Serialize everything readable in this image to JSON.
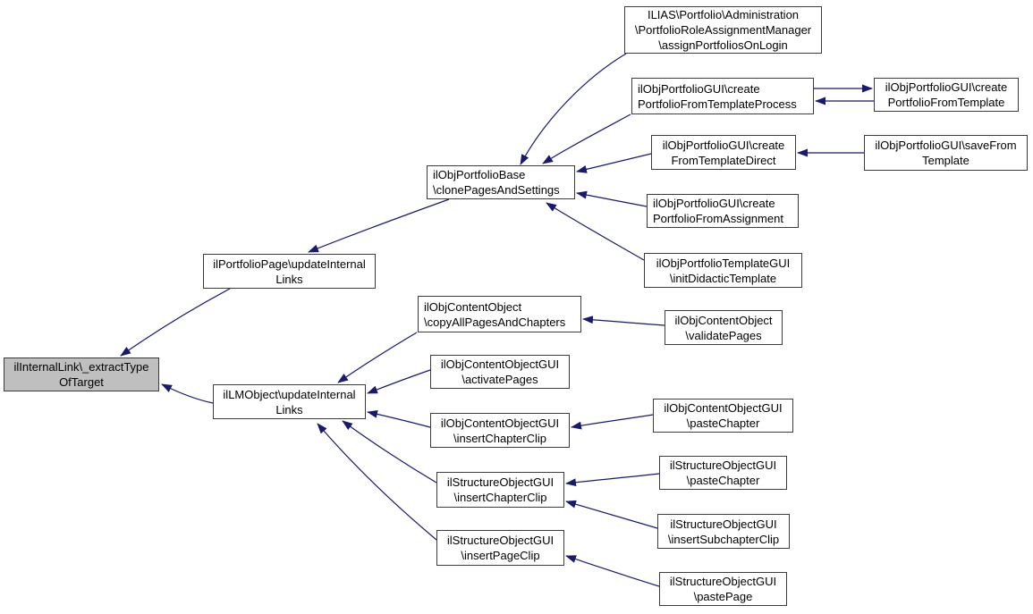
{
  "diagram": {
    "type": "caller-graph",
    "colors": {
      "edge": "#191970",
      "node_fill": "#ffffff",
      "node_border": "#3c3c3c",
      "highlight_fill": "#bfbfbf",
      "text": "#000000"
    },
    "nodes": [
      {
        "id": "extract-type-of-target",
        "label": "ilInternalLink\\_extractType\nOfTarget",
        "highlighted": true
      },
      {
        "id": "portfolio-page-update-internal-links",
        "label": "ilPortfolioPage\\updateInternal\nLinks",
        "highlighted": false
      },
      {
        "id": "clone-pages-and-settings",
        "label": "ilObjPortfolioBase\n\\clonePagesAndSettings",
        "highlighted": false
      },
      {
        "id": "assign-portfolios-on-login",
        "label": "ILIAS\\Portfolio\\Administration\n\\PortfolioRoleAssignmentManager\n\\assignPortfoliosOnLogin",
        "highlighted": false
      },
      {
        "id": "create-portfolio-from-template-process",
        "label": "ilObjPortfolioGUI\\create\nPortfolioFromTemplateProcess",
        "highlighted": false
      },
      {
        "id": "create-portfolio-from-template",
        "label": "ilObjPortfolioGUI\\create\nPortfolioFromTemplate",
        "highlighted": false
      },
      {
        "id": "create-from-template-direct",
        "label": "ilObjPortfolioGUI\\create\nFromTemplateDirect",
        "highlighted": false
      },
      {
        "id": "save-from-template",
        "label": "ilObjPortfolioGUI\\saveFrom\nTemplate",
        "highlighted": false
      },
      {
        "id": "create-portfolio-from-assignment",
        "label": "ilObjPortfolioGUI\\create\nPortfolioFromAssignment",
        "highlighted": false
      },
      {
        "id": "init-didactic-template",
        "label": "ilObjPortfolioTemplateGUI\n\\initDidacticTemplate",
        "highlighted": false
      },
      {
        "id": "lm-object-update-internal-links",
        "label": "ilLMObject\\updateInternal\nLinks",
        "highlighted": false
      },
      {
        "id": "copy-all-pages-and-chapters",
        "label": "ilObjContentObject\n\\copyAllPagesAndChapters",
        "highlighted": false
      },
      {
        "id": "validate-pages",
        "label": "ilObjContentObject\n\\validatePages",
        "highlighted": false
      },
      {
        "id": "activate-pages",
        "label": "ilObjContentObjectGUI\n\\activatePages",
        "highlighted": false
      },
      {
        "id": "content-insert-chapter-clip",
        "label": "ilObjContentObjectGUI\n\\insertChapterClip",
        "highlighted": false
      },
      {
        "id": "content-paste-chapter",
        "label": "ilObjContentObjectGUI\n\\pasteChapter",
        "highlighted": false
      },
      {
        "id": "structure-insert-chapter-clip",
        "label": "ilStructureObjectGUI\n\\insertChapterClip",
        "highlighted": false
      },
      {
        "id": "structure-paste-chapter",
        "label": "ilStructureObjectGUI\n\\pasteChapter",
        "highlighted": false
      },
      {
        "id": "insert-subchapter-clip",
        "label": "ilStructureObjectGUI\n\\insertSubchapterClip",
        "highlighted": false
      },
      {
        "id": "insert-page-clip",
        "label": "ilStructureObjectGUI\n\\insertPageClip",
        "highlighted": false
      },
      {
        "id": "paste-page",
        "label": "ilStructureObjectGUI\n\\pastePage",
        "highlighted": false
      }
    ],
    "edges": [
      {
        "from": "clone-pages-and-settings",
        "to": "portfolio-page-update-internal-links"
      },
      {
        "from": "portfolio-page-update-internal-links",
        "to": "extract-type-of-target"
      },
      {
        "from": "lm-object-update-internal-links",
        "to": "extract-type-of-target"
      },
      {
        "from": "assign-portfolios-on-login",
        "to": "clone-pages-and-settings"
      },
      {
        "from": "create-portfolio-from-template-process",
        "to": "clone-pages-and-settings"
      },
      {
        "from": "create-from-template-direct",
        "to": "clone-pages-and-settings"
      },
      {
        "from": "create-portfolio-from-assignment",
        "to": "clone-pages-and-settings"
      },
      {
        "from": "init-didactic-template",
        "to": "clone-pages-and-settings"
      },
      {
        "from": "create-portfolio-from-template-process",
        "to": "create-portfolio-from-template"
      },
      {
        "from": "create-portfolio-from-template",
        "to": "create-portfolio-from-template-process"
      },
      {
        "from": "save-from-template",
        "to": "create-from-template-direct"
      },
      {
        "from": "validate-pages",
        "to": "copy-all-pages-and-chapters"
      },
      {
        "from": "copy-all-pages-and-chapters",
        "to": "lm-object-update-internal-links"
      },
      {
        "from": "activate-pages",
        "to": "lm-object-update-internal-links"
      },
      {
        "from": "content-insert-chapter-clip",
        "to": "lm-object-update-internal-links"
      },
      {
        "from": "content-paste-chapter",
        "to": "content-insert-chapter-clip"
      },
      {
        "from": "structure-insert-chapter-clip",
        "to": "lm-object-update-internal-links"
      },
      {
        "from": "insert-page-clip",
        "to": "lm-object-update-internal-links"
      },
      {
        "from": "structure-paste-chapter",
        "to": "structure-insert-chapter-clip"
      },
      {
        "from": "insert-subchapter-clip",
        "to": "structure-insert-chapter-clip"
      },
      {
        "from": "paste-page",
        "to": "insert-page-clip"
      }
    ]
  }
}
